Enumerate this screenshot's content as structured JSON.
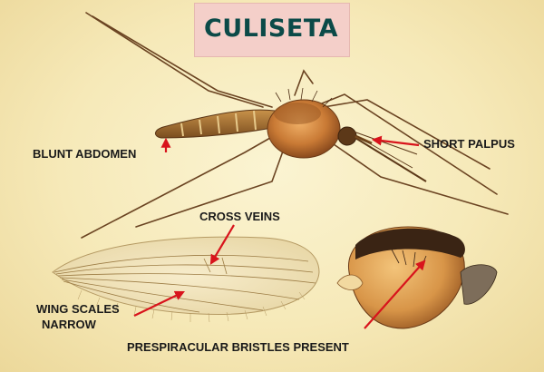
{
  "title": "CULISETA",
  "labels": {
    "blunt_abdomen": "BLUNT ABDOMEN",
    "short_palpus": "SHORT PALPUS",
    "cross_veins": "CROSS VEINS",
    "wing_scales_line1": "WING SCALES",
    "wing_scales_line2": "NARROW",
    "prespiracular": "PRESPIRACULAR BRISTLES PRESENT"
  },
  "colors": {
    "background": "#f6e9b8",
    "title_box": "#f4cfc9",
    "title_text": "#0b4a48",
    "arrow": "#d8141c"
  }
}
